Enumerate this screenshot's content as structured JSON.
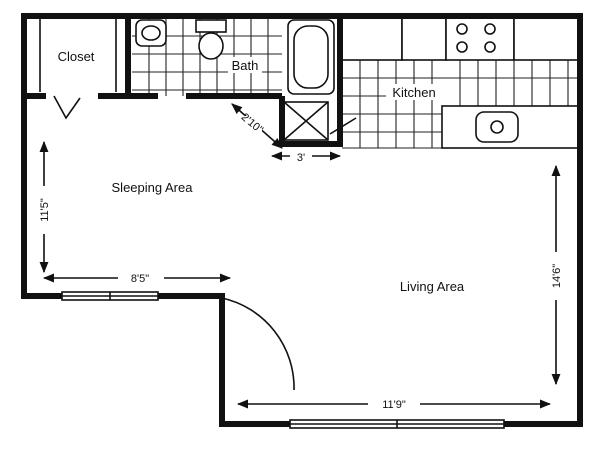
{
  "rooms": {
    "closet": "Closet",
    "bath": "Bath",
    "kitchen": "Kitchen",
    "sleeping": "Sleeping Area",
    "living": "Living Area"
  },
  "dimensions": {
    "sleeping_height": "11'5\"",
    "sleeping_width": "8'5\"",
    "living_height": "14'6\"",
    "living_width": "11'9\"",
    "bath_hall_diag": "2'10\"",
    "closet_width": "3'"
  }
}
